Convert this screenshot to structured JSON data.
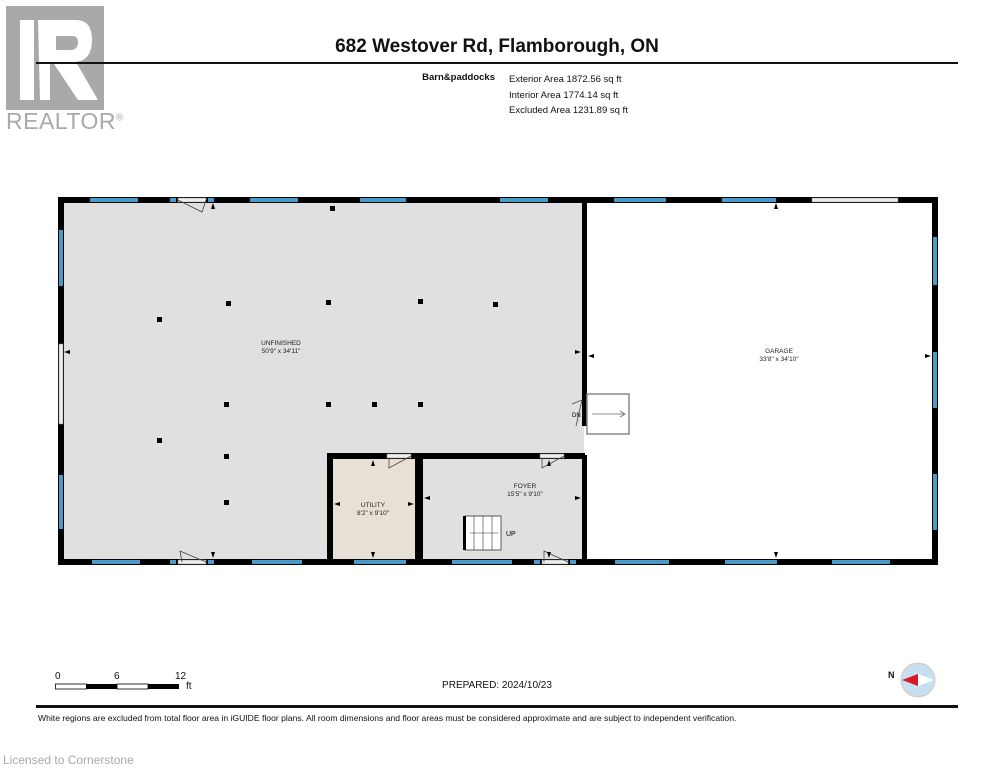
{
  "header": {
    "title": "682 Westover Rd, Flamborough, ON",
    "logo_text": "REALTOR",
    "logo_mark": "®",
    "level_name": "Barn&paddocks",
    "areas": [
      "Exterior Area 1872.56 sq ft",
      "Interior Area 1774.14 sq ft",
      "Excluded Area 1231.89 sq ft"
    ]
  },
  "rooms": {
    "unfinished": {
      "name": "UNFINISHED",
      "dims": "50'9\" x 34'11\""
    },
    "garage": {
      "name": "GARAGE",
      "dims": "33'8\" x 34'10\""
    },
    "utility": {
      "name": "UTILITY",
      "dims": "8'2\" x 9'10\""
    },
    "foyer": {
      "name": "FOYER",
      "dims": "15'5\" x 9'10\""
    }
  },
  "stairs": {
    "up_label": "UP",
    "down_label": "DN"
  },
  "scale": {
    "ticks": [
      "0",
      "6",
      "12"
    ],
    "unit": "ft"
  },
  "prepared": "PREPARED: 2024/10/23",
  "compass": {
    "label": "N"
  },
  "footer": {
    "disclaimer": "White regions are excluded from total floor area in iGUIDE floor plans. All room dimensions and floor areas must be considered approximate and are subject to independent verification.",
    "licensed": "Licensed to Cornerstone"
  },
  "colors": {
    "wall": "#000000",
    "window": "#4a9ac8",
    "unfinished_fill": "#e0e0e0",
    "utility_fill": "#e8e0d4",
    "garage_fill": "#ffffff",
    "compass_arrow": "#d9182a",
    "compass_ring": "#c8dff0"
  }
}
